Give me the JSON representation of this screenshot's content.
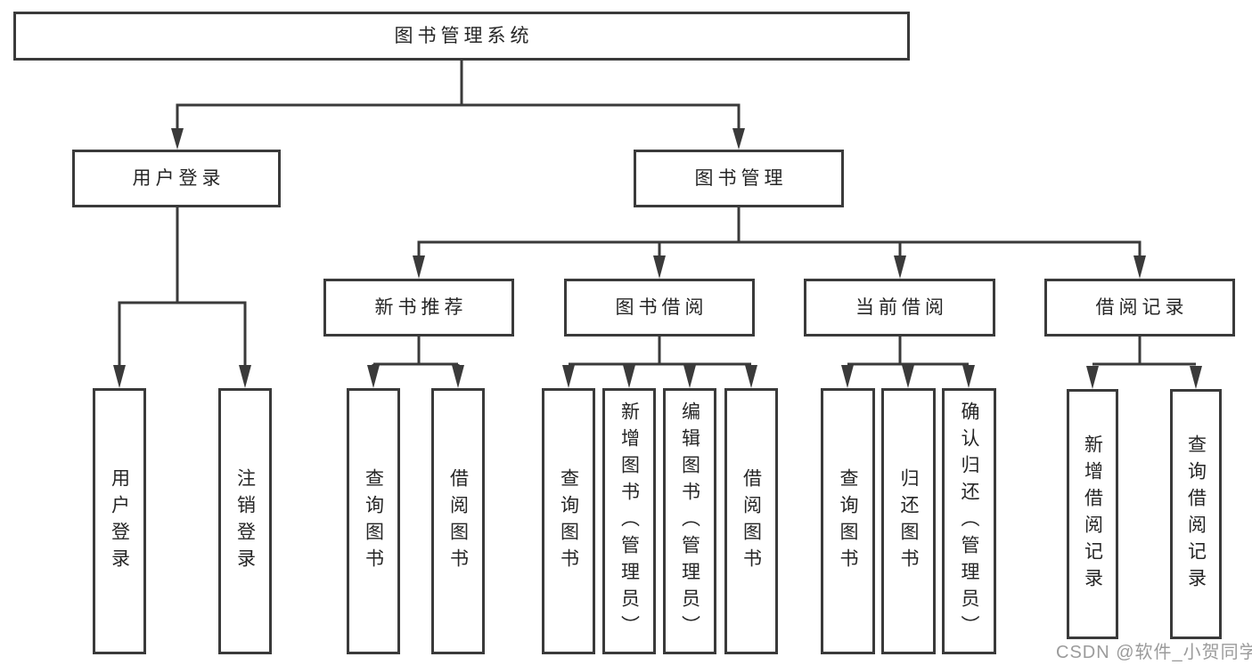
{
  "diagram": {
    "root": "图书管理系统",
    "branches": [
      {
        "label": "用户登录",
        "children": [
          "用户登录",
          "注销登录"
        ]
      },
      {
        "label": "图书管理",
        "children": [
          {
            "label": "新书推荐",
            "children": [
              "查询图书",
              "借阅图书"
            ]
          },
          {
            "label": "图书借阅",
            "children": [
              "查询图书",
              "新增图书（管理员）",
              "编辑图书（管理员）",
              "借阅图书"
            ]
          },
          {
            "label": "当前借阅",
            "children": [
              "查询图书",
              "归还图书",
              "确认归还（管理员）"
            ]
          },
          {
            "label": "借阅记录",
            "children": [
              "新增借阅记录",
              "查询借阅记录"
            ]
          }
        ]
      }
    ]
  },
  "watermark": "CSDN @软件_小贺同学",
  "colors": {
    "line": "#3a3a3a",
    "text": "#262626",
    "box_background": "#ffffff",
    "page_background": "#ffffff",
    "watermark": "#9b9b9b"
  }
}
